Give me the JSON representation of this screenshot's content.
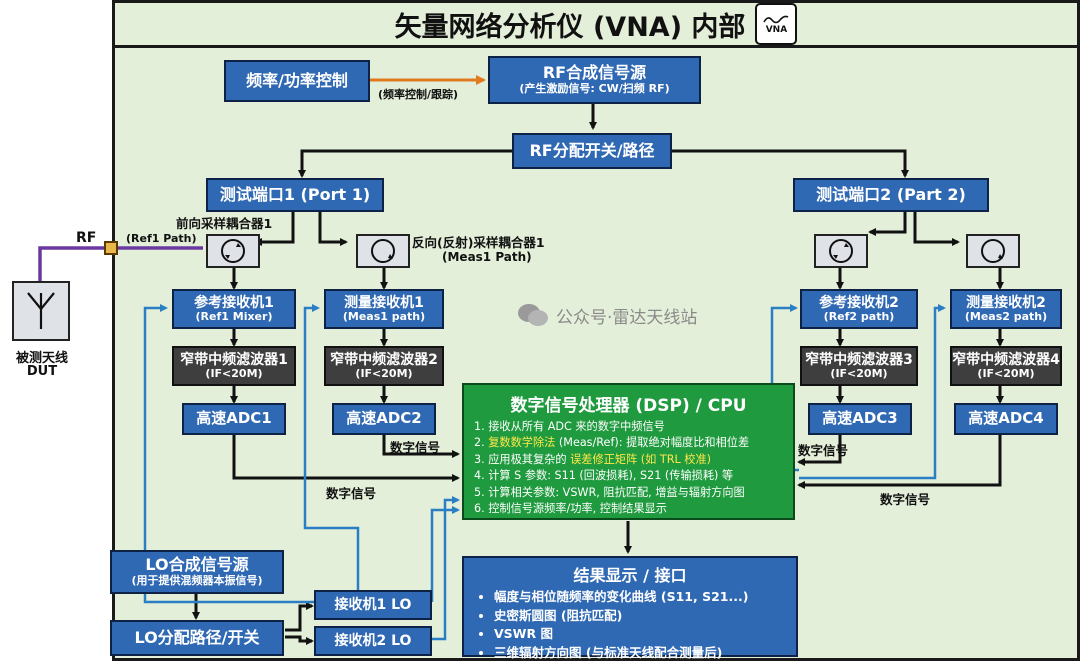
{
  "title": "矢量网络分析仪 (VNA) 内部",
  "logo_text": "VNA",
  "freq_ctrl": "频率/功率控制",
  "freq_ctrl_arrow": "(频率控制/跟踪)",
  "rf_source": {
    "main": "RF合成信号源",
    "sub": "(产生激励信号: CW/扫频 RF)"
  },
  "rf_switch": "RF分配开关/路径",
  "port1": "测试端口1 (Port 1)",
  "port2": "测试端口2 (Part 2)",
  "coupler_fwd": "前向采样耦合器1",
  "coupler_fwd_sub": "(Ref1 Path)",
  "coupler_rev": "反向(反射)采样耦合器1",
  "coupler_rev_sub": "(Meas1 Path)",
  "rf_label": "RF",
  "dut": {
    "line1": "被测天线",
    "line2": "DUT"
  },
  "receivers": [
    {
      "main": "参考接收机1",
      "sub": "(Ref1 Mixer)"
    },
    {
      "main": "测量接收机1",
      "sub": "(Meas1 path)"
    },
    {
      "main": "参考接收机2",
      "sub": "(Ref2 path)"
    },
    {
      "main": "测量接收机2",
      "sub": "(Meas2 path)"
    }
  ],
  "filters": [
    {
      "main": "窄带中频滤波器1",
      "sub": "(IF<20M)"
    },
    {
      "main": "窄带中频滤波器2",
      "sub": "(IF<20M)"
    },
    {
      "main": "窄带中频滤波器3",
      "sub": "(IF<20M)"
    },
    {
      "main": "窄带中频滤波器4",
      "sub": "(IF<20M)"
    }
  ],
  "adcs": [
    "高速ADC1",
    "高速ADC2",
    "高速ADC3",
    "高速ADC4"
  ],
  "digital_signal": "数字信号",
  "watermark": "公众号·雷达天线站",
  "dsp": {
    "title": "数字信号处理器 (DSP) / CPU",
    "l1": "1. 接收从所有 ADC 来的数字中频信号",
    "l2a": "2. ",
    "l2b": "复数数学除法",
    "l2c": " (Meas/Ref): 提取绝对幅度比和相位差",
    "l3a": "3. 应用极其复杂的 ",
    "l3b": "误差修正矩阵 (如 TRL 校准)",
    "l4": "4. 计算 S 参数: S11 (回波损耗), S21 (传输损耗) 等",
    "l5": "5. 计算相关参数: VSWR, 阻抗匹配, 增益与辐射方向图",
    "l6": "6. 控制信号源频率/功率, 控制结果显示"
  },
  "lo_source": {
    "main": "LO合成信号源",
    "sub": "(用于提供混频器本振信号)"
  },
  "lo_switch": "LO分配路径/开关",
  "lo1": "接收机1 LO",
  "lo2": "接收机2 LO",
  "results": {
    "title": "结果显示 / 接口",
    "items": [
      "幅度与相位随频率的变化曲线 (S11, S21...)",
      "史密斯圆图 (阻抗匹配)",
      "VSWR 图",
      "三维辐射方向图 (与标准天线配合测量后)"
    ]
  },
  "colors": {
    "block": "#2f68b3",
    "dsp": "#1f9a3e",
    "panel": "#e4efd9",
    "lo_wire": "#2a7fc4",
    "rf_wire": "#6a3aa0",
    "ctrl_arrow": "#e07a1f",
    "highlight": "#ffe84a"
  }
}
